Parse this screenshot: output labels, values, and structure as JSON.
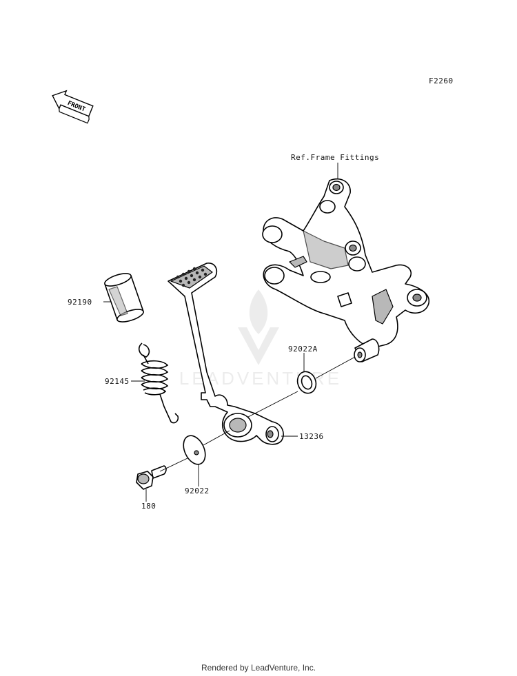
{
  "diagram_code": "F2260",
  "front_label": "FRONT",
  "ref_label": "Ref.Frame Fittings",
  "watermark": "LEADVENTURE",
  "parts": {
    "p92190": "92190",
    "p92145": "92145",
    "p92022A": "92022A",
    "p13236": "13236",
    "p92022": "92022",
    "p180": "180"
  },
  "footer": "Rendered by LeadVenture, Inc."
}
